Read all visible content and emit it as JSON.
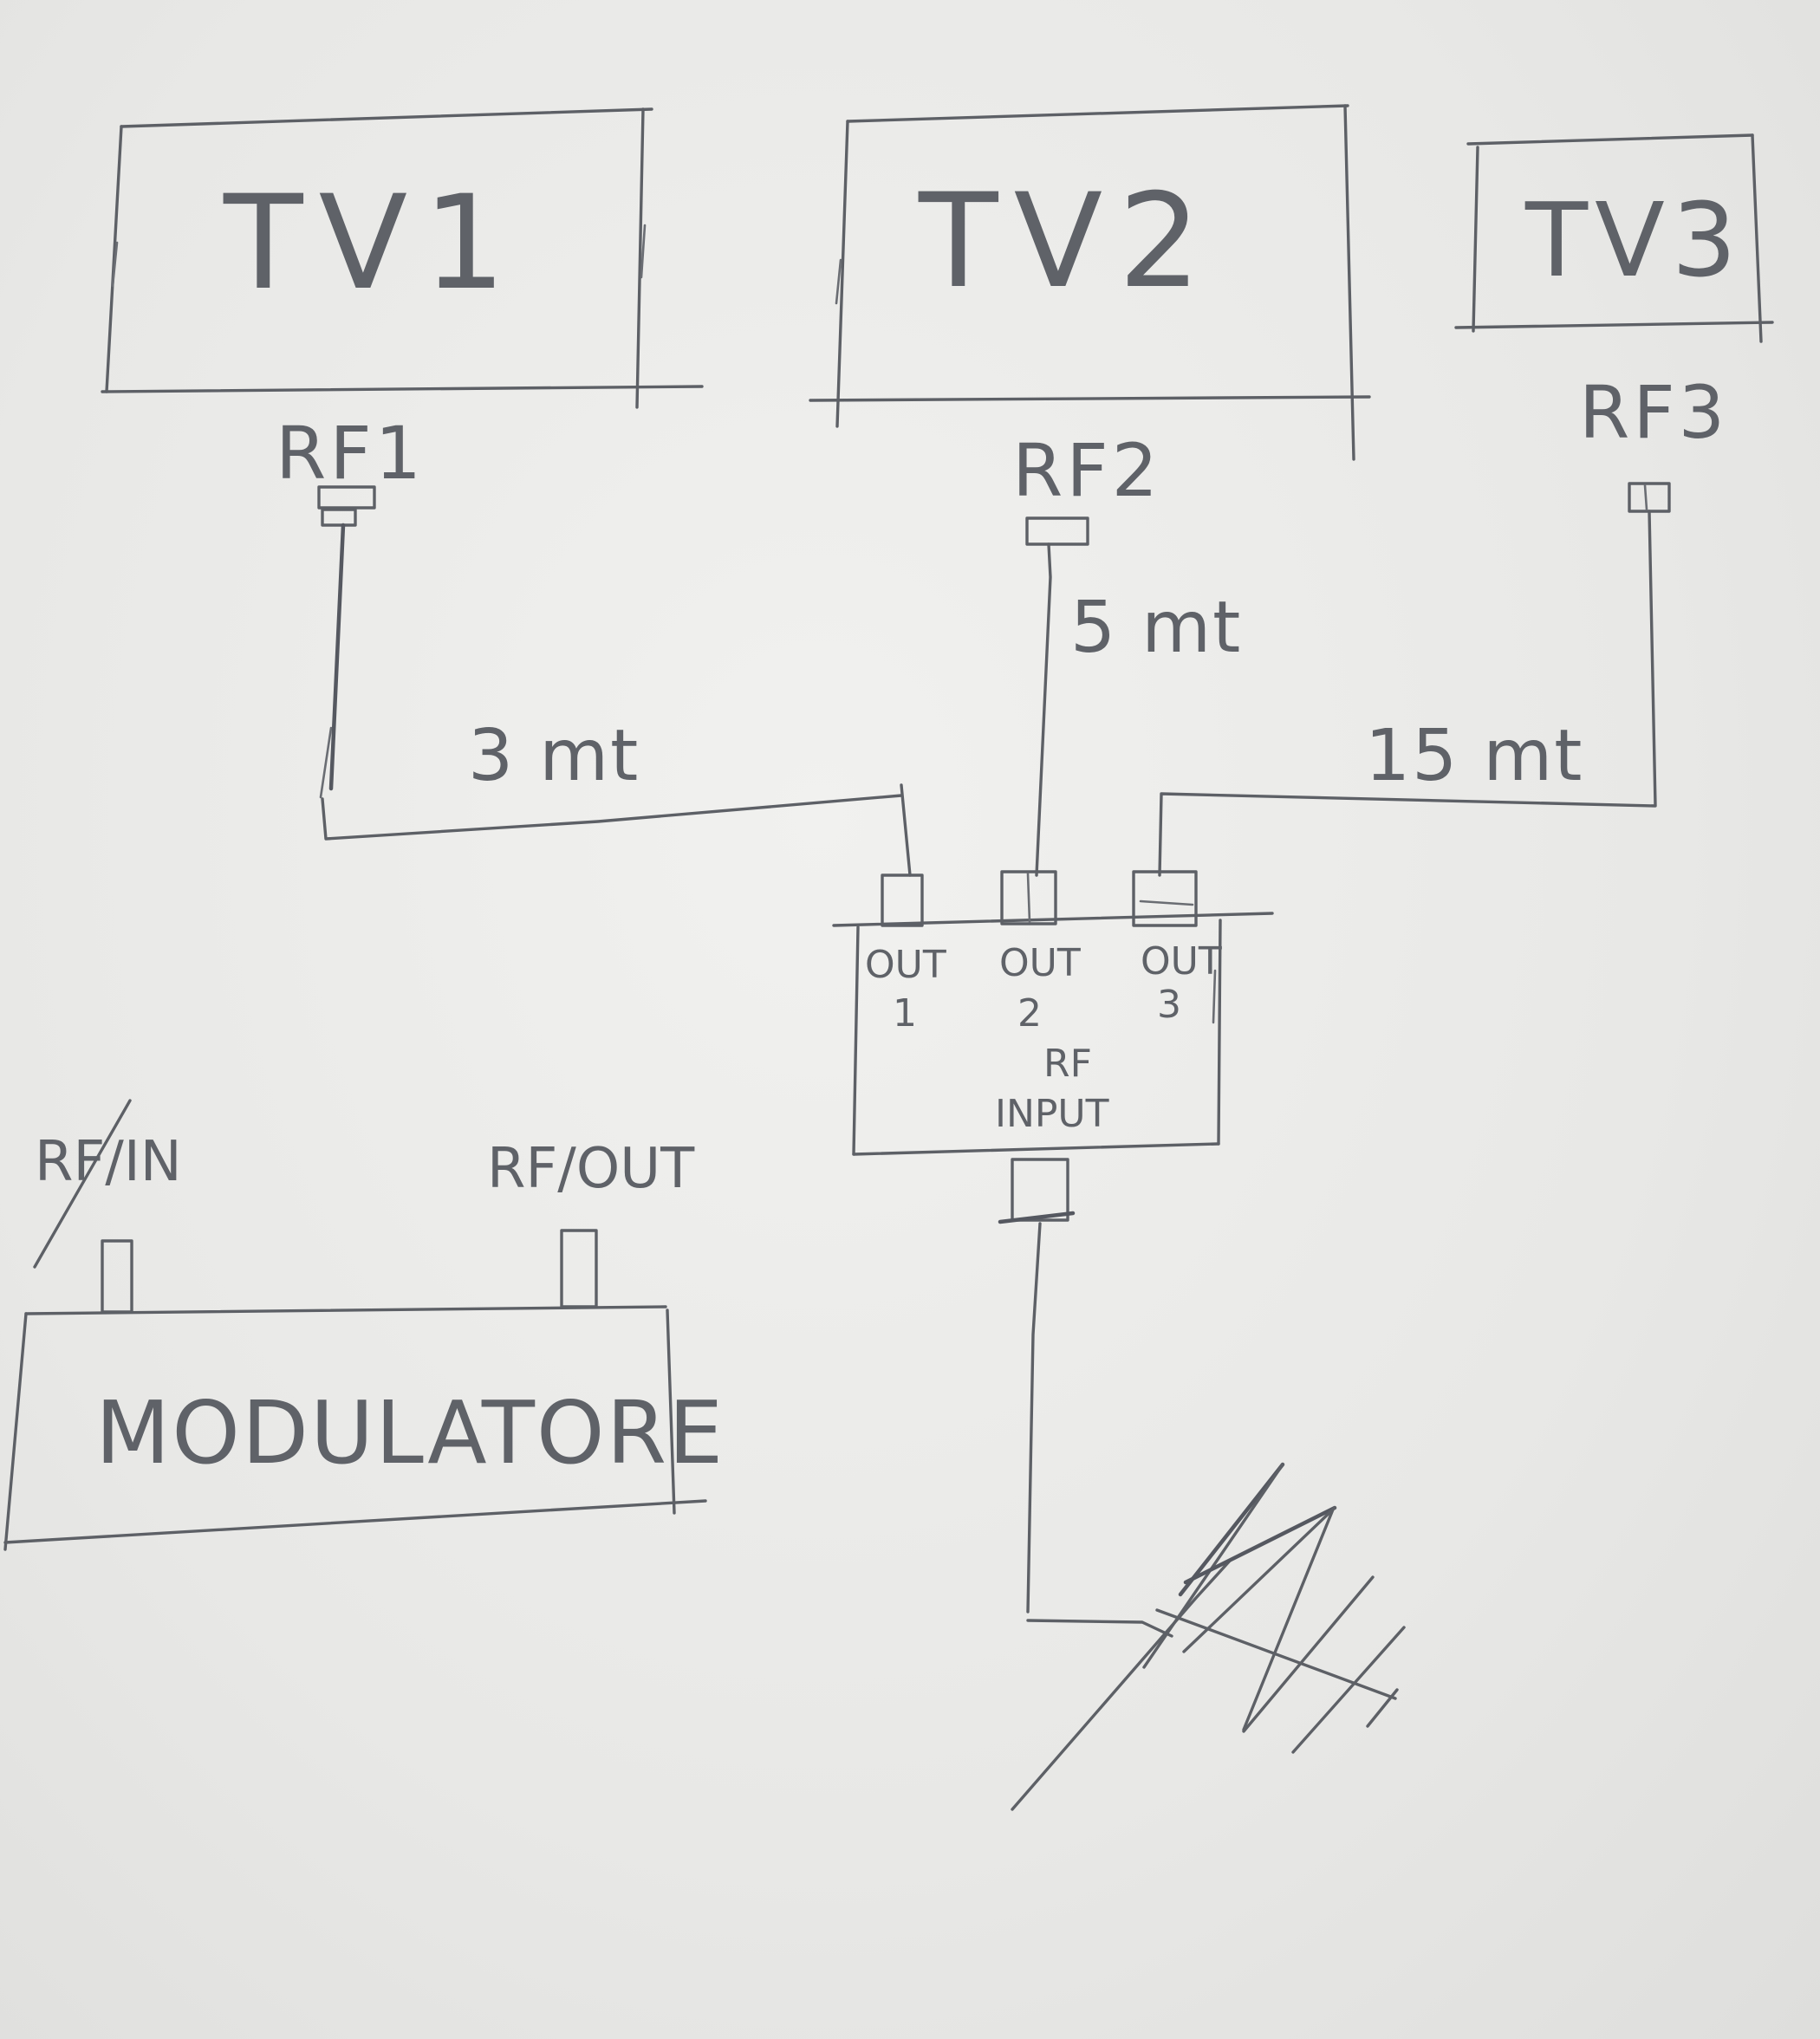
{
  "tvs": {
    "tv1": {
      "label": "TV1",
      "port": "RF1",
      "cable": "3 mt"
    },
    "tv2": {
      "label": "TV2",
      "port": "RF2",
      "cable": "5 mt"
    },
    "tv3": {
      "label": "TV3",
      "port": "RF3",
      "cable": "15 mt"
    }
  },
  "splitter": {
    "outputs": [
      {
        "line1": "OUT",
        "line2": "1"
      },
      {
        "line1": "OUT",
        "line2": "2"
      },
      {
        "line1": "OUT",
        "line2": "3"
      }
    ],
    "input_line1": "RF",
    "input_line2": "INPUT"
  },
  "modulator": {
    "label": "MODULATORE",
    "rf_in": "RF/IN",
    "rf_out": "RF/OUT"
  },
  "colors": {
    "pencil": "#5d6066",
    "paper": "#ecece9"
  }
}
